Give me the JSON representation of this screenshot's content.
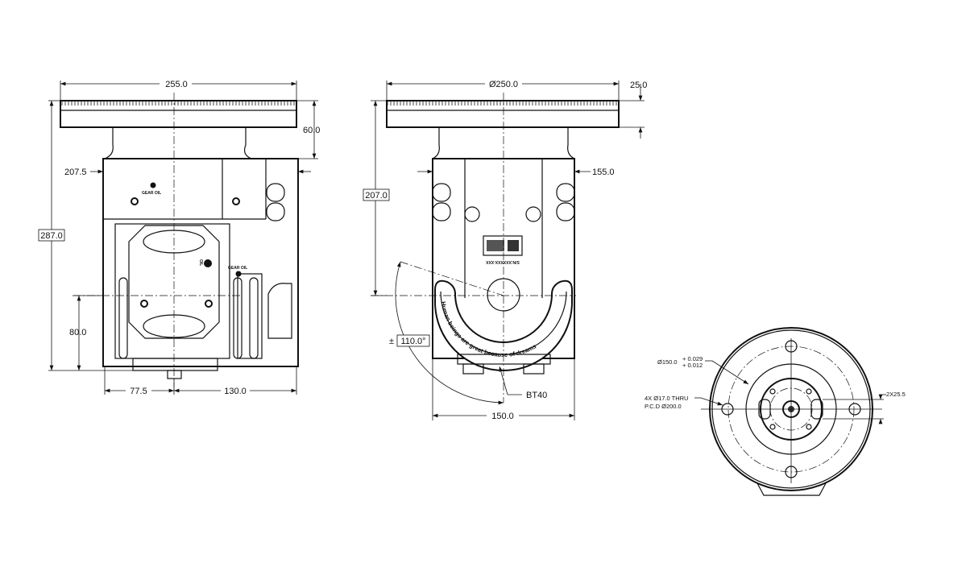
{
  "side_view": {
    "dims": {
      "width": "255.0",
      "flange_height": "60.0",
      "total_height": "287.0",
      "body_offset": "207.5",
      "center_height": "80.0",
      "left_offset": "77.5",
      "right_offset": "130.0"
    },
    "labels": {
      "gear_oil_top": "GEAR OIL",
      "gear_oil_side": "GEAR OIL",
      "oil_level": "OIL"
    }
  },
  "front_view": {
    "dims": {
      "diameter": "Ø250.0",
      "flange_thickness": "25.0",
      "height": "207.0",
      "body_offset": "155.0",
      "rotation_prefix": "±",
      "rotation": "110.0°",
      "taper": "BT40",
      "body_width": "150.0"
    },
    "nameplate_serial": "S/N:XXXXXX-XXX",
    "engraving": "Human beings are great because of dreams"
  },
  "top_view": {
    "pilot_diameter": "Ø150.0",
    "tol_upper": "+ 0.029",
    "tol_lower": "+ 0.012",
    "holes": "4X Ø17.0 THRU",
    "pcd": "P.C.D Ø200.0",
    "slot": "2X25.5"
  }
}
